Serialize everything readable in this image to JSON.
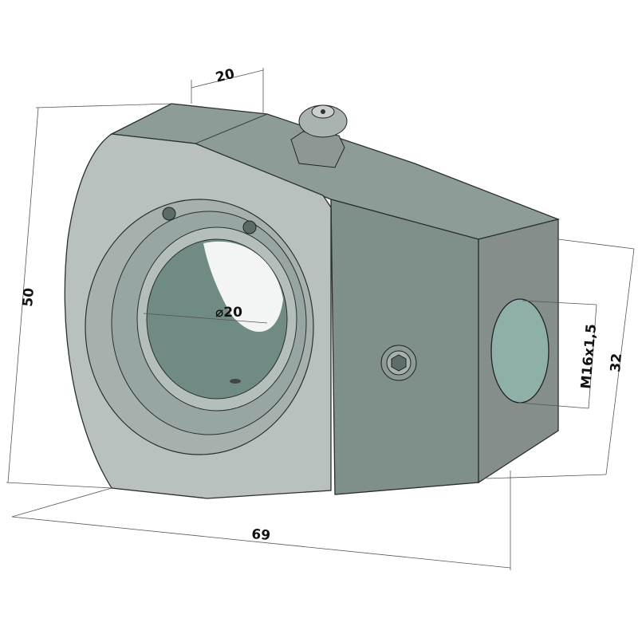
{
  "dimensions": {
    "width_top": "20",
    "height_total": "50",
    "bore_diameter": "⌀20",
    "length_total": "69",
    "thread": "M16x1,5",
    "end_height": "32"
  },
  "colors": {
    "front_face": "#b9c1be",
    "top_face": "#8e9c98",
    "side_face": "#7f8f8a",
    "end_face": "#868e8c",
    "bore": "#6f8b84",
    "hole": "#8fb0a8"
  }
}
